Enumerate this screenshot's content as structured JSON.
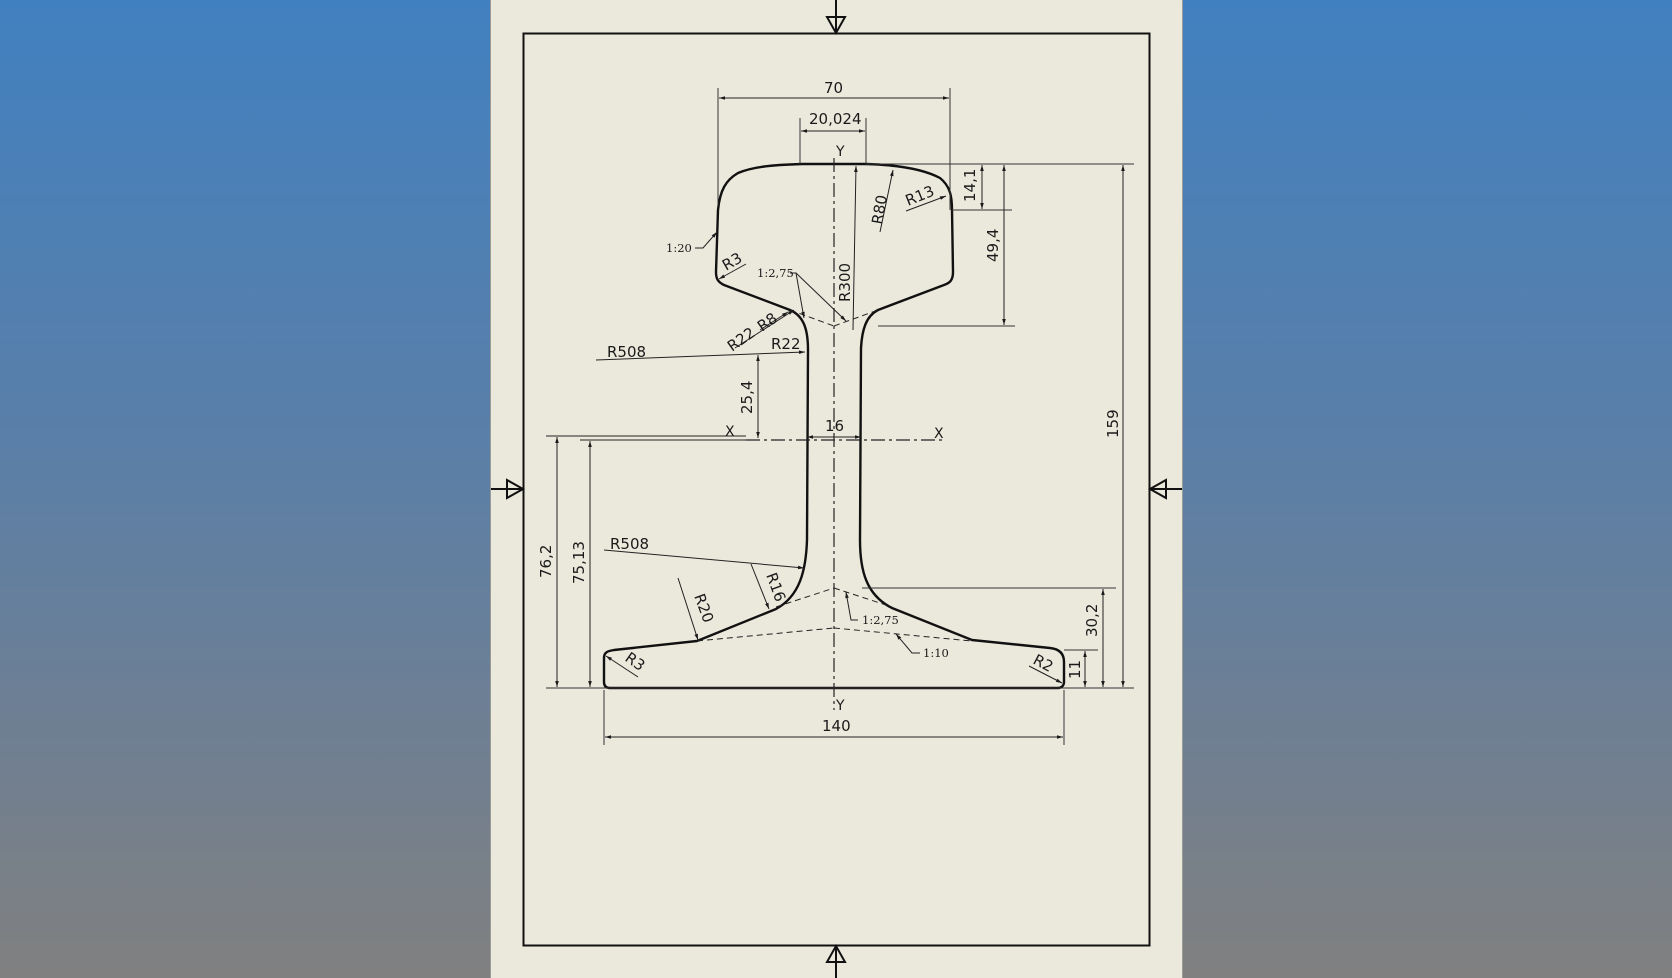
{
  "sheet": {
    "background": "#ebe9dc",
    "frame_color": "#111111",
    "center_marks": [
      "top",
      "bottom",
      "left",
      "right"
    ]
  },
  "profile": {
    "name": "rail-cross-section",
    "axes": {
      "vertical": "Y",
      "vertical_bottom": "Y",
      "horizontal_left": "X",
      "horizontal_right": "X"
    }
  },
  "dimensions": {
    "head_width": "70",
    "crown_flat_width": "20,024",
    "head_side_height": "14,1",
    "head_height": "49,4",
    "total_height": "159",
    "neutral_axis_to_fillet": "25,4",
    "web_thickness": "16",
    "neutral_axis_height_a": "76,2",
    "neutral_axis_height_b": "75,13",
    "foot_slope_height": "30,2",
    "foot_edge_height": "11",
    "foot_width": "140"
  },
  "radii": {
    "crown": "R300",
    "crown_side": "R80",
    "head_corner": "R13",
    "head_lower_corner": "R3",
    "head_fillet_small": "R8",
    "head_fillet_a": "R22",
    "head_fillet_b": "R22",
    "web_upper": "R508",
    "web_lower": "R508",
    "foot_fillet": "R16",
    "foot_transition": "R20",
    "foot_left_corner": "R3",
    "foot_right_corner": "R2"
  },
  "slopes": {
    "head_side": "1:20",
    "head_underside": "1:2,75",
    "foot_upper": "1:2,75",
    "foot_lower": "1:10"
  }
}
